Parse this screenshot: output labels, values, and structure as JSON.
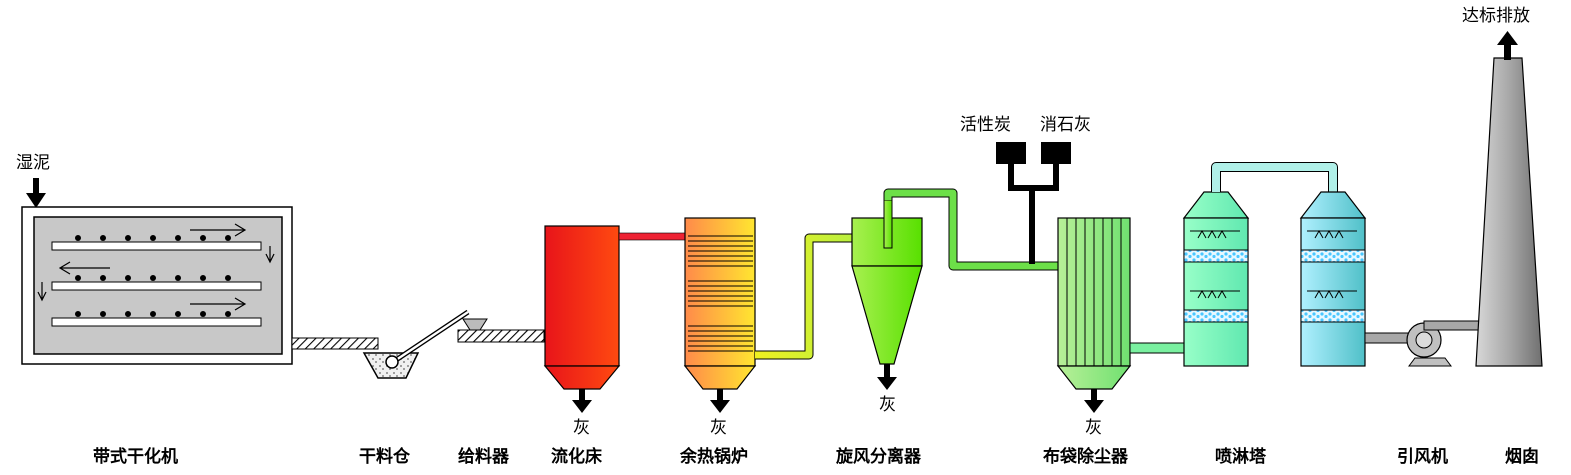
{
  "inputs": {
    "wet_sludge": "湿泥",
    "activated_carbon": "活性炭",
    "slaked_lime": "消石灰"
  },
  "output": {
    "emission": "达标排放"
  },
  "ash": "灰",
  "equipment": {
    "belt_dryer": "带式干化机",
    "dry_silo": "干料仓",
    "feeder": "给料器",
    "fluidized_bed": "流化床",
    "waste_heat_boiler": "余热锅炉",
    "cyclone": "旋风分离器",
    "baghouse": "布袋除尘器",
    "spray_tower": "喷淋塔",
    "induced_fan": "引风机",
    "chimney": "烟囱"
  }
}
